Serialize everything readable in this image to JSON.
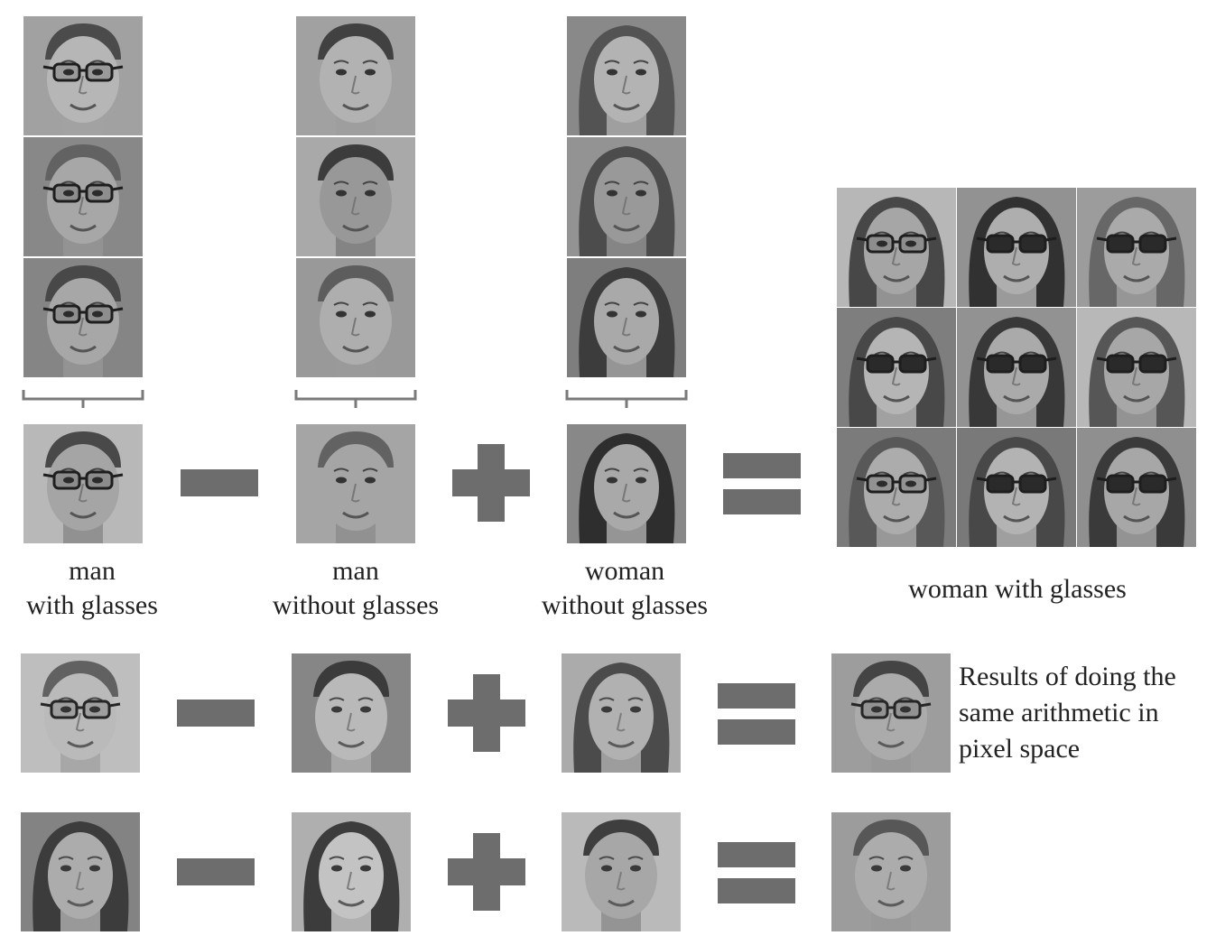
{
  "colors": {
    "operator": "#6d6d6d",
    "bracket": "#7a7a7a",
    "background": "#ffffff",
    "text": "#222222"
  },
  "labels": {
    "man_with_glasses": [
      "man",
      "with glasses"
    ],
    "man_without_glasses": [
      "man",
      "without glasses"
    ],
    "woman_without_glasses": [
      "woman",
      "without glasses"
    ],
    "woman_with_glasses": "woman with glasses"
  },
  "pixel_space_note": [
    "Results of doing the",
    "same arithmetic in",
    "pixel space"
  ],
  "operators": [
    "minus",
    "plus",
    "equals"
  ],
  "face_icon_names": [
    "man-with-glasses-face",
    "man-without-glasses-face",
    "woman-without-glasses-face",
    "woman-with-glasses-face"
  ]
}
